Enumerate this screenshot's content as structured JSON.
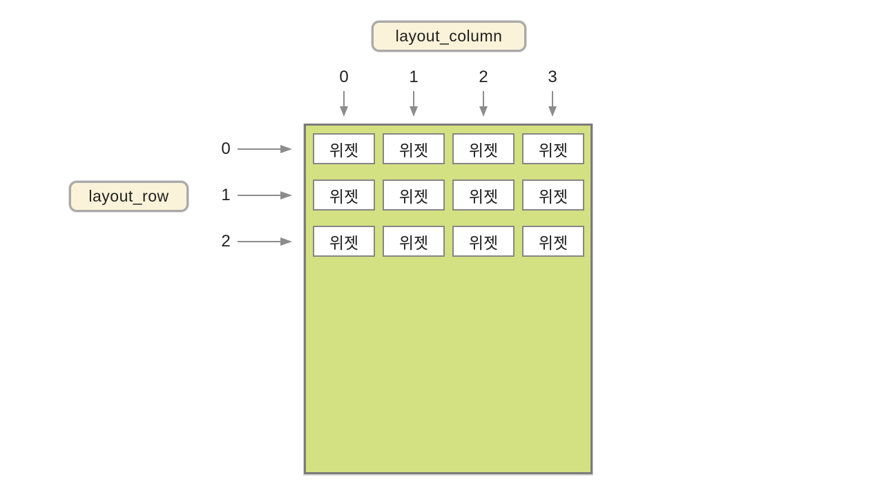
{
  "diagram": {
    "column_label": "layout_column",
    "row_label": "layout_row",
    "column_indices": [
      "0",
      "1",
      "2",
      "3"
    ],
    "row_indices": [
      "0",
      "1",
      "2"
    ],
    "grid": {
      "rows": 3,
      "columns": 4,
      "cell_label": "위젯",
      "cells": [
        "위젯",
        "위젯",
        "위젯",
        "위젯",
        "위젯",
        "위젯",
        "위젯",
        "위젯",
        "위젯",
        "위젯",
        "위젯",
        "위젯"
      ]
    },
    "colors": {
      "container_bg": "#d4e182",
      "container_border": "#7b7b7b",
      "cell_bg": "#ffffff",
      "cell_border": "#868686",
      "label_bg": "#faf3d9",
      "label_border": "#a9a9a9",
      "arrow": "#8c8c8c",
      "text": "#1f1f1f",
      "page_bg": "#ffffff"
    }
  }
}
